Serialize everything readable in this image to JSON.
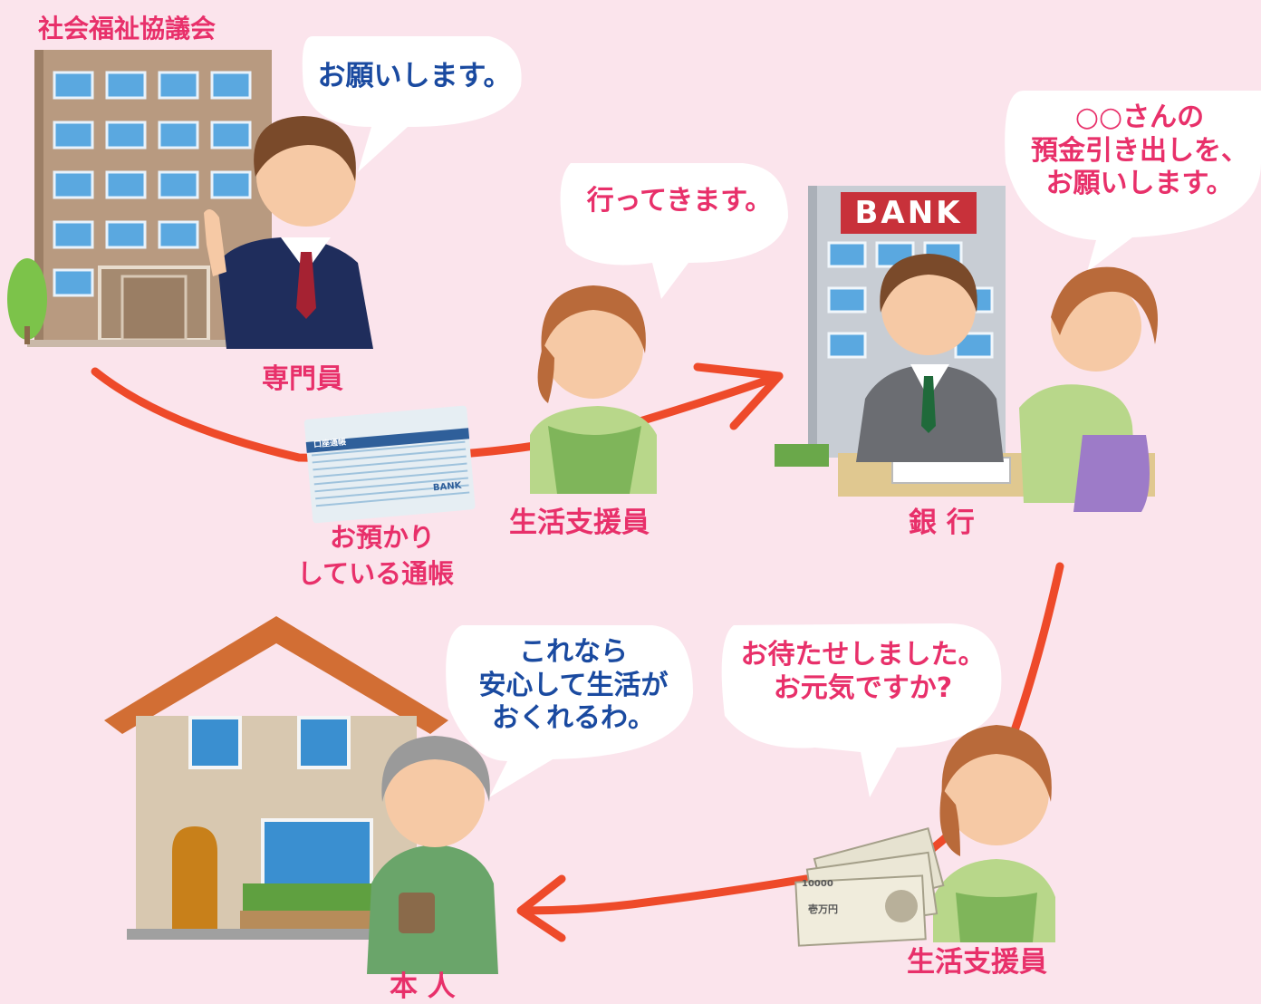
{
  "labels": {
    "council": "社会福祉協議会",
    "specialist": "専門員",
    "passbook_line1": "お預かり",
    "passbook_line2": "している通帳",
    "supporter_top": "生活支援員",
    "bank": "銀 行",
    "principal": "本 人",
    "supporter_bottom": "生活支援員"
  },
  "bubbles": {
    "specialist": "お願いします。",
    "supporter_going": "行ってきます。",
    "bank_request_line1": "○○さんの",
    "bank_request_line2": "預金引き出しを、",
    "bank_request_line3": "お願いします。",
    "supporter_return_line1": "お待たせしました。",
    "supporter_return_line2": "お元気ですか?",
    "principal_line1": "これなら",
    "principal_line2": "安心して生活が",
    "principal_line3": "おくれるわ。"
  },
  "props": {
    "bank_sign": "BANK",
    "passbook_title": "口座通帳",
    "passbook_bank": "BANK",
    "banknote_value": "10000",
    "banknote_label": "壱万円"
  },
  "colors": {
    "background": "#fbe4ec",
    "label_pink": "#e8306a",
    "speech_blue": "#1a4aa0",
    "arrow_orange": "#ee4a2a"
  }
}
